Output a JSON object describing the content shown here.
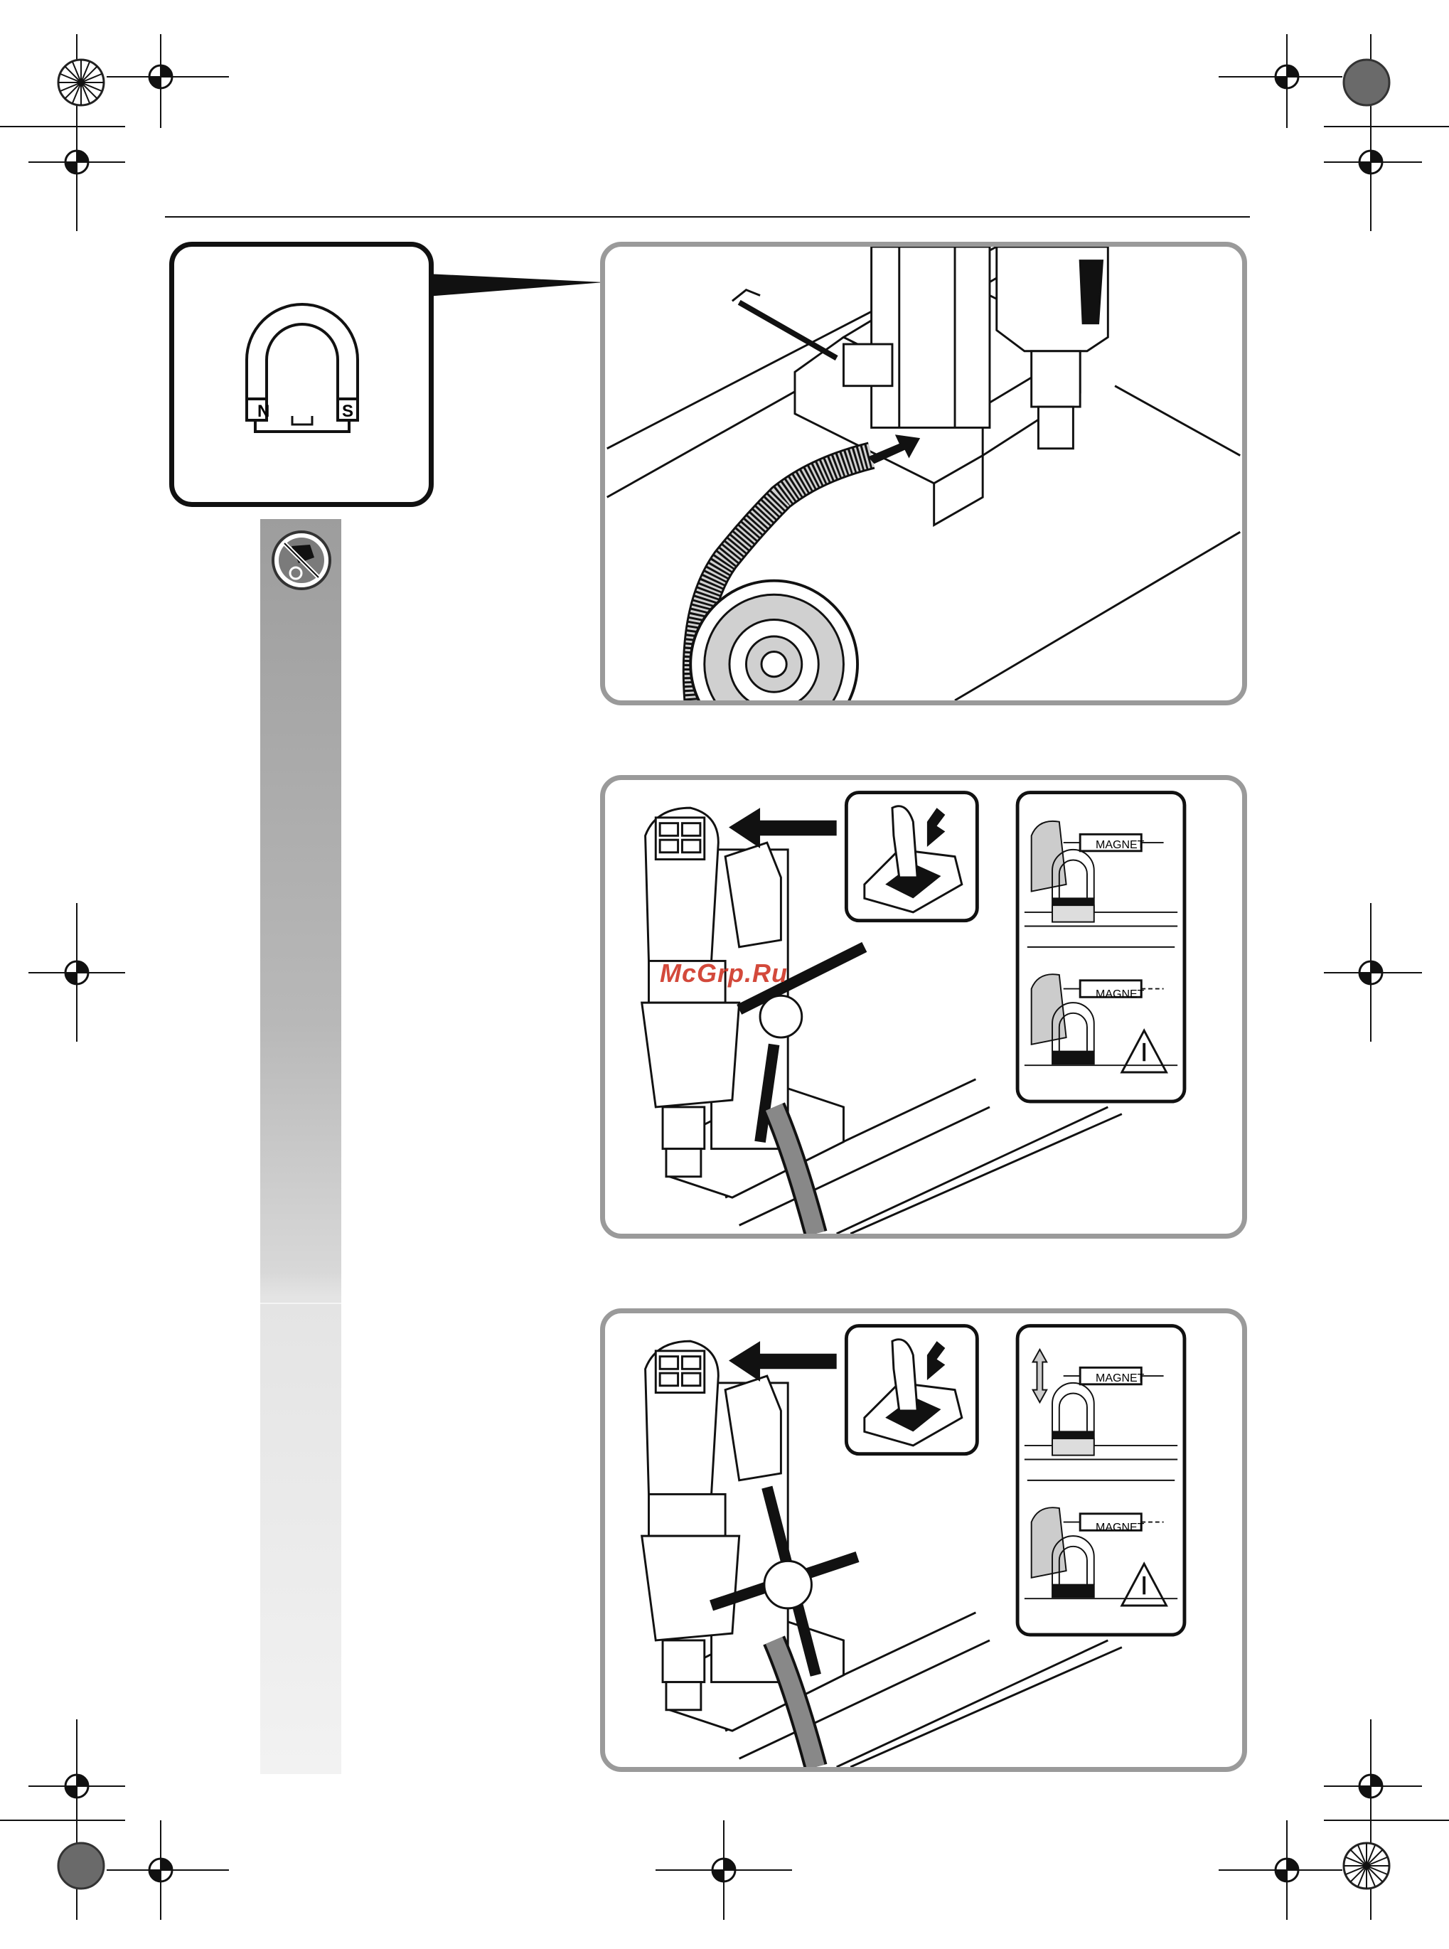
{
  "watermark": "McGrp.Ru",
  "magnet_symbol": {
    "pole_north": "N",
    "pole_south": "S",
    "icon": "horseshoe-magnet-icon"
  },
  "side_tab": {
    "icon": "no-sawing-cutting-prohibition-icon"
  },
  "figures": [
    {
      "id": "fig-1",
      "content": "securing-strap-under-base",
      "arrow": "insert-strap-arrow"
    },
    {
      "id": "fig-2",
      "content": "magnet-switch-on",
      "status_labels": [
        "MAGNET",
        "MAGNET"
      ]
    },
    {
      "id": "fig-3",
      "content": "magnet-switch-on-handle-turn",
      "status_labels": [
        "MAGNET",
        "MAGNET"
      ]
    }
  ],
  "colors": {
    "frame": "#9a9a9a",
    "ink": "#111111",
    "watermark": "#cc2a1a"
  }
}
